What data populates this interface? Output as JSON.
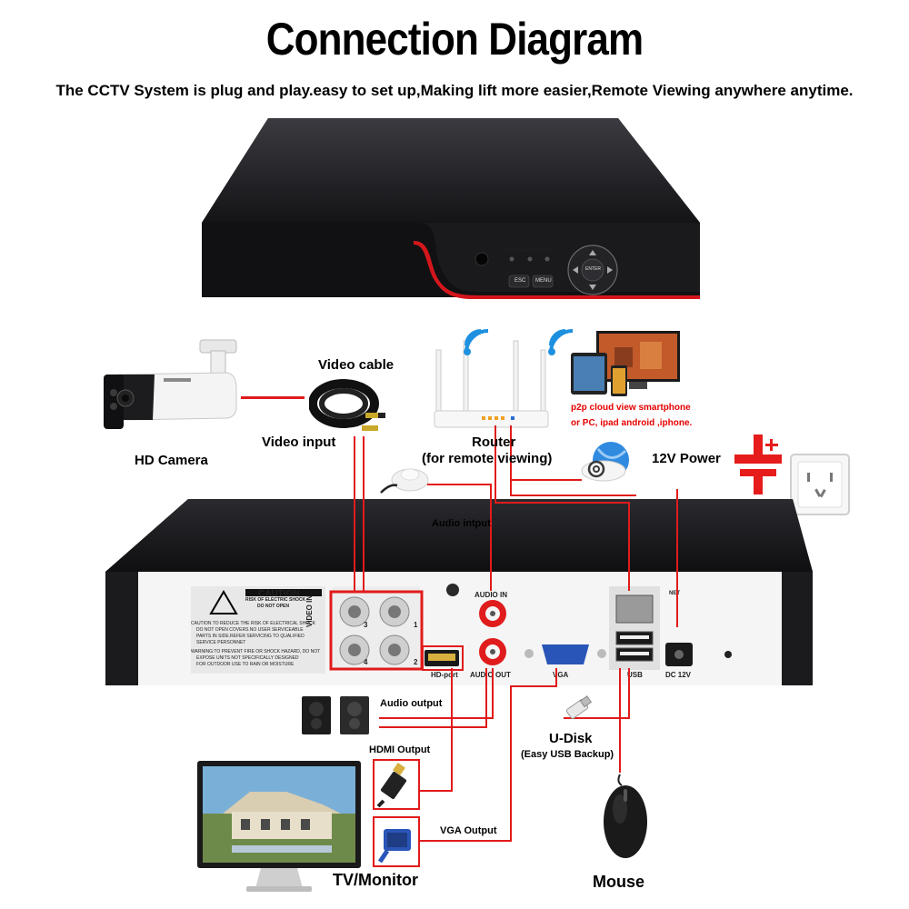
{
  "header": {
    "title": "Connection Diagram",
    "subtitle": "The CCTV System is plug and play.easy to set up,Making lift more easier,Remote Viewing anywhere anytime."
  },
  "dvr_front": {
    "indicator_labels": [
      "POWER",
      "ALARM",
      "REC"
    ],
    "button_labels": [
      "ESC",
      "MENU"
    ],
    "dpad_label": "ENTER"
  },
  "devices": {
    "camera": "HD Camera",
    "video_cable": "Video cable",
    "video_input": "Video input",
    "router": "Router",
    "router_sub": "(for remote viewing)",
    "p2p_line1": "p2p cloud  view smartphone",
    "p2p_line2": "or PC, ipad android ,iphone.",
    "power": "12V Power",
    "audio_input": "Audio intput",
    "audio_output": "Audio output",
    "hdmi_output": "HDMI Output",
    "vga_output": "VGA Output",
    "udisk": "U-Disk",
    "udisk_sub": "(Easy USB Backup)",
    "tv": "TV/Monitor",
    "mouse": "Mouse"
  },
  "rear_panel": {
    "caution_title": "CAUTION",
    "caution_sub1": "RISK OF ELECTRIC SHOCK",
    "caution_sub2": "DO NOT OPEN",
    "caution_body": [
      "CAUTION TO REDUCE THE RISK OF ELECTRICAL SHOCK",
      "DO NOT OPEN COVERS.NO USER SERVICEABLE",
      "PARTS IN SIDE.REFER SERVICING TO QUALIFIED",
      "SERVICE PERSONNET",
      "WARNING:TO PREVENT FIRE OR SHOCK HAZARD, DO NOT",
      "EXPOSE UNITS NOT SPECIFICALLY DESIGNED",
      "FOR OUTDOOR USE TO RAIN OR MOISTURE"
    ],
    "video_in": "VIDEO IN",
    "bnc_numbers": [
      "3",
      "1",
      "4",
      "2"
    ],
    "audio_in": "AUDIO IN",
    "hdmi_port": "HD-port",
    "audio_out": "AUDIO OUT",
    "vga": "VGA",
    "net": "NET",
    "usb": "USB",
    "dc": "DC 12V"
  },
  "colors": {
    "connector_red": "#e11b1b",
    "dvr_dark": "#1f1f22",
    "accent_red": "#d4161c"
  }
}
